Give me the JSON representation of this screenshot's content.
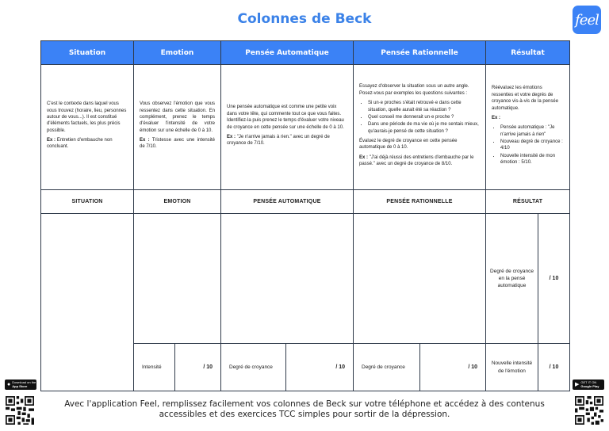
{
  "title": "Colonnes de Beck",
  "logo_text": "feel",
  "headers": [
    "Situation",
    "Emotion",
    "Pensée Automatique",
    "Pensée Rationnelle",
    "Résultat"
  ],
  "descriptions": {
    "situation": {
      "text": "C'est le contexte dans laquel vous vous trouvez (horaire, lieu, personnes autour de vous...). Il est constitué d'éléments factuels, les plus précis possible.",
      "ex_label": "Ex :",
      "ex_text": "Entretien d'embauche non concluant."
    },
    "emotion": {
      "text": "Vous observez l'émotion que vous ressentez dans cette situation. En complément, prenez le temps d'évaluer l'intensité de votre émotion sur une échelle de 0 à 10.",
      "ex_label": "Ex :",
      "ex_text": "Tristesse avec une intensité de 7/10."
    },
    "pensee_auto": {
      "text": "Une pensée automatique est comme une petite voix dans votre tête, qui commente tout ce que vous faites. Identifiez-la puis prenez le temps d'évaluer votre niveau de croyance en cette pensée sur une échelle de 0 à 10.",
      "ex_label": "Ex :",
      "ex_text": "\"Je n'arrive jamais à rien.\" avec un degré de croyance de 7/10."
    },
    "pensee_rat": {
      "intro": "Essayez d'observer la situation sous un autre angle. Posez-vous par exemples les questions suivantes :",
      "questions": [
        "Si un·e proches s'était retrouvé·e dans cette situation, quelle aurait été sa réaction ?",
        "Quel conseil me donnerait un·e proche ?",
        "Dans une période de ma vie où je me sentais mieux, qu'aurais-je pensé de cette situation ?"
      ],
      "evaluate": "Évaluez le degré de croyance en cette pensée automatique de 0 à 10.",
      "ex_label": "Ex :",
      "ex_text": "\"J'ai déjà réussi des entretiens d'embauche par le passé.\" avec un degré de croyance de 8/10."
    },
    "resultat": {
      "intro": "Réévaluez les émotions ressenties et votre degrés de croyance vis-à-vis de la pensée automatique.",
      "ex_label": "Ex :",
      "items": [
        "Pensée automatique : \"Je n'arrive jamais à rien\"",
        "Nouveau degré de croyance : 4/10",
        "Nouvelle intensité de mon émotion : 5/10."
      ]
    }
  },
  "subheaders": [
    "SITUATION",
    "EMOTION",
    "PENSÉE AUTOMATIQUE",
    "PENSÉE RATIONNELLE",
    "RÉSULTAT"
  ],
  "worksheet": {
    "result_mid_label": "Degré de croyance en la pensé automatique",
    "result_mid_score": "/ 10",
    "emotion_label": "Intensité",
    "emotion_score": "/ 10",
    "auto_label": "Degré de croyance",
    "auto_score": "/ 10",
    "rat_label": "Degré de croyance",
    "rat_score": "/ 10",
    "result_foot_label": "Nouvelle intensité de l'émotion",
    "result_foot_score": "/ 10"
  },
  "badges": {
    "apple_small": "Download on the",
    "apple_big": "App Store",
    "google_small": "GET IT ON",
    "google_big": "Google Play"
  },
  "footer": "Avec l'application Feel, remplissez facilement vos colonnes de Beck sur votre téléphone et accédez à des contenus accessibles et des exercices TCC simples pour sortir de la dépression."
}
